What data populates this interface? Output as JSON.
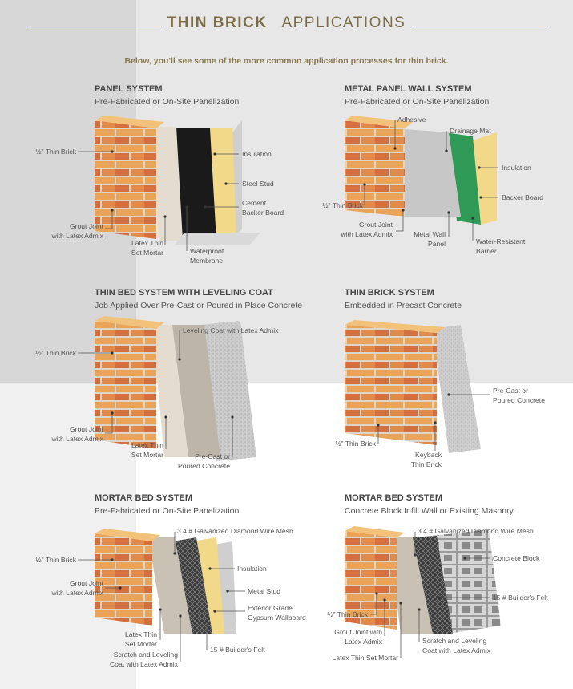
{
  "header": {
    "title_bold": "THIN BRICK",
    "title_rest": "APPLICATIONS",
    "intro": "Below, you'll see some of the more common application processes for thin brick."
  },
  "sections": [
    {
      "title": "PANEL SYSTEM",
      "subtitle": "Pre-Fabricated or On-Site Panelization",
      "labels": [
        "½\" Thin Brick",
        "Grout Joint",
        "with Latex Admix",
        "Latex Thin",
        "Set Mortar",
        "Waterproof",
        "Membrane",
        "Insulation",
        "Steel Stud",
        "Cement",
        "Backer Board"
      ]
    },
    {
      "title": "METAL PANEL WALL SYSTEM",
      "subtitle": "Pre-Fabricated or On-Site Panelization",
      "labels": [
        "Adhesive",
        "Drainage Mat",
        "Insulation",
        "Backer Board",
        "½\" Thin Brick",
        "Grout Joint",
        "with Latex Admix",
        "Metal Wall",
        "Panel",
        "Water-Resistant",
        "Barrier"
      ]
    },
    {
      "title": "THIN BED SYSTEM WITH LEVELING COAT",
      "subtitle": "Job Applied Over Pre-Cast or Poured in Place Concrete",
      "labels": [
        "Leveling Coat with Latex Admix",
        "½\" Thin Brick",
        "Grout Joint",
        "with Latex Admix",
        "Latex Thin",
        "Set Mortar",
        "Pre-Cast or",
        "Poured Concrete"
      ]
    },
    {
      "title": "THIN BRICK SYSTEM",
      "subtitle": "Embedded in Precast Concrete",
      "labels": [
        "Pre-Cast or",
        "Poured Concrete",
        "½\" Thin Brick",
        "Keyback",
        "Thin Brick"
      ]
    },
    {
      "title": "MORTAR BED SYSTEM",
      "subtitle": "Pre-Fabricated or On-Site Panelization",
      "labels": [
        "3.4 # Galvanized Diamond Wire Mesh",
        "½\" Thin Brick",
        "Grout Joint",
        "with Latex Admix",
        "Insulation",
        "Metal Stud",
        "Exterior Grade",
        "Gypsum Wallboard",
        "Latex Thin",
        "Set Mortar",
        "15 # Builder's Felt",
        "Scratch and Leveling",
        "Coat with Latex Admix"
      ]
    },
    {
      "title": "MORTAR BED SYSTEM",
      "subtitle": "Concrete Block Infill Wall or Existing Masonry",
      "labels": [
        "3.4 # Galvanized Diamond Wire Mesh",
        "Concrete Block",
        "15 # Builder's Felt",
        "½\" Thin Brick",
        "Grout Joint with",
        "Latex Admix",
        "Scratch and Leveling",
        "Coat with Latex Admix",
        "Latex Thin Set Mortar"
      ]
    }
  ],
  "colors": {
    "brick_light": "#e9a45a",
    "brick_dark": "#c8603a",
    "mortar": "#dcd6c8",
    "insulation": "#f2d98a",
    "concrete": "#cfcfcf",
    "accent": "#8c7e5b"
  }
}
